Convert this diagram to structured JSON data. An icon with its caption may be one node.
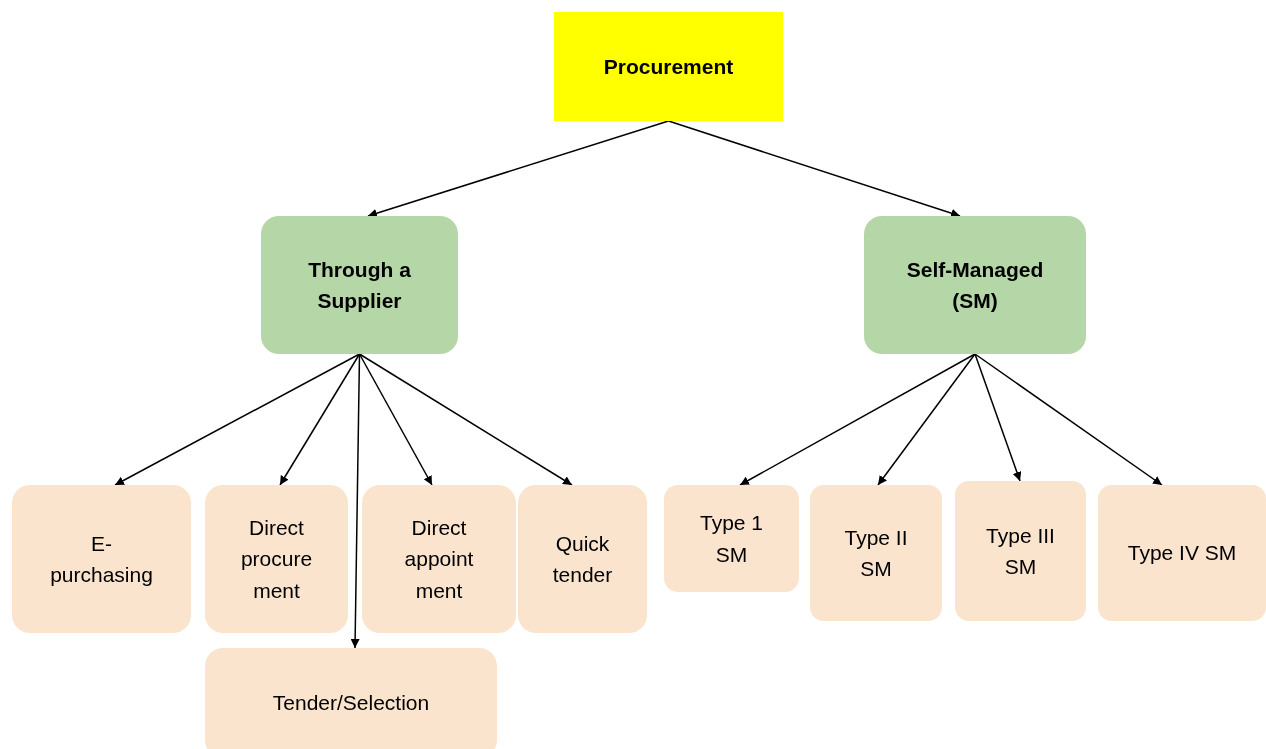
{
  "diagram": {
    "nodes": [
      {
        "text": [
          "Procurement"
        ]
      },
      {
        "text": [
          "Through a Supplier"
        ]
      },
      {
        "text": [
          "Self-Managed (SM)"
        ]
      },
      {
        "text": [
          "E- purchasing"
        ]
      },
      {
        "text": [
          "Direct procure ment"
        ]
      },
      {
        "text": [
          "Direct appoint ment"
        ]
      },
      {
        "text": [
          "Quick tender"
        ]
      },
      {
        "text": [
          "Tender/Selection"
        ]
      },
      {
        "text": [
          "Type 1 SM"
        ]
      },
      {
        "text": [
          "Type II SM"
        ]
      },
      {
        "text": [
          "Type III SM"
        ]
      },
      {
        "text": [
          "Type IV SM"
        ]
      }
    ],
    "edges": [
      {
        "from": 0,
        "to": 1,
        "arrow": "to"
      },
      {
        "from": 0,
        "to": 2,
        "arrow": "to"
      },
      {
        "from": 1,
        "to": 3,
        "arrow": "to"
      },
      {
        "from": 1,
        "to": 4,
        "arrow": "to"
      },
      {
        "from": 1,
        "to": 7,
        "arrow": "to"
      },
      {
        "from": 1,
        "to": 5,
        "arrow": "to"
      },
      {
        "from": 1,
        "to": 6,
        "arrow": "to"
      },
      {
        "from": 2,
        "to": 8,
        "arrow": "to"
      },
      {
        "from": 2,
        "to": 9,
        "arrow": "to"
      },
      {
        "from": 2,
        "to": 10,
        "arrow": "to"
      },
      {
        "from": 2,
        "to": 11,
        "arrow": "to"
      }
    ]
  }
}
